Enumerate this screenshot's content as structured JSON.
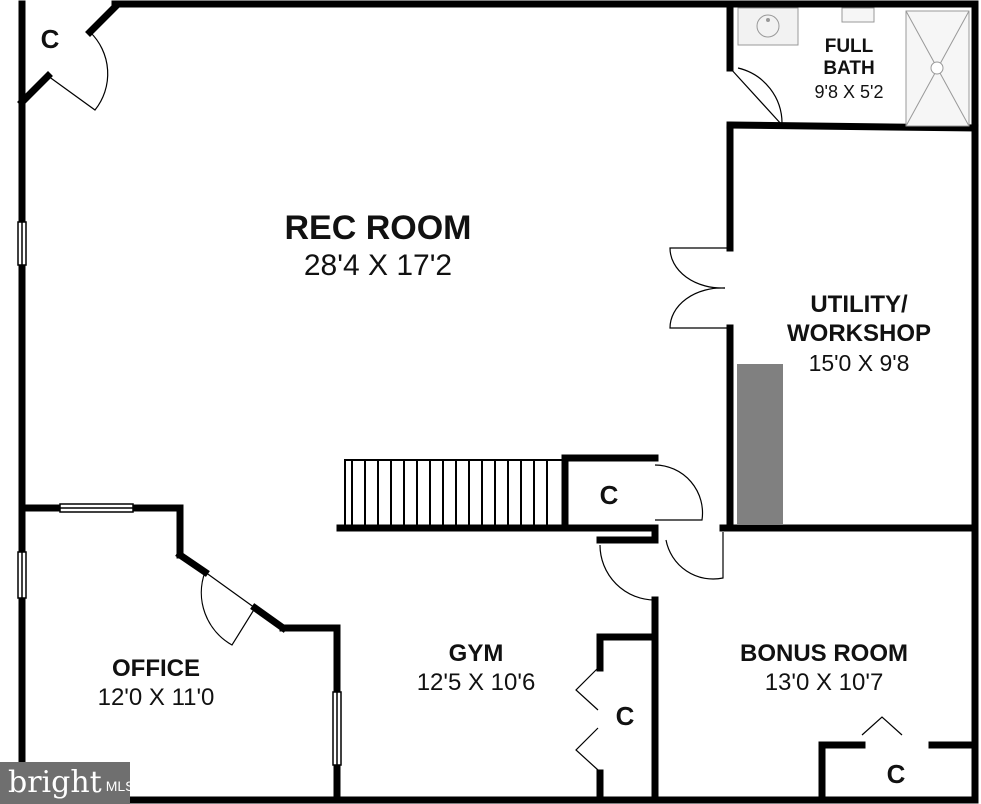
{
  "rooms": {
    "rec_room": {
      "name": "REC ROOM",
      "dims": "28'4 X 17'2"
    },
    "full_bath": {
      "name_line1": "FULL",
      "name_line2": "BATH",
      "dims": "9'8 X 5'2"
    },
    "utility": {
      "name_line1": "UTILITY/",
      "name_line2": "WORKSHOP",
      "dims": "15'0 X 9'8"
    },
    "office": {
      "name": "OFFICE",
      "dims": "12'0 X 11'0"
    },
    "gym": {
      "name": "GYM",
      "dims": "12'5 X 10'6"
    },
    "bonus_room": {
      "name": "BONUS ROOM",
      "dims": "13'0 X 10'7"
    }
  },
  "closets": {
    "top_left": "C",
    "stair": "C",
    "gym": "C",
    "bonus": "C"
  },
  "watermark": {
    "brand": "bright",
    "suffix": "MLS"
  },
  "colors": {
    "wall": "#000000",
    "stair_fill": "#808080",
    "background": "#ffffff"
  }
}
